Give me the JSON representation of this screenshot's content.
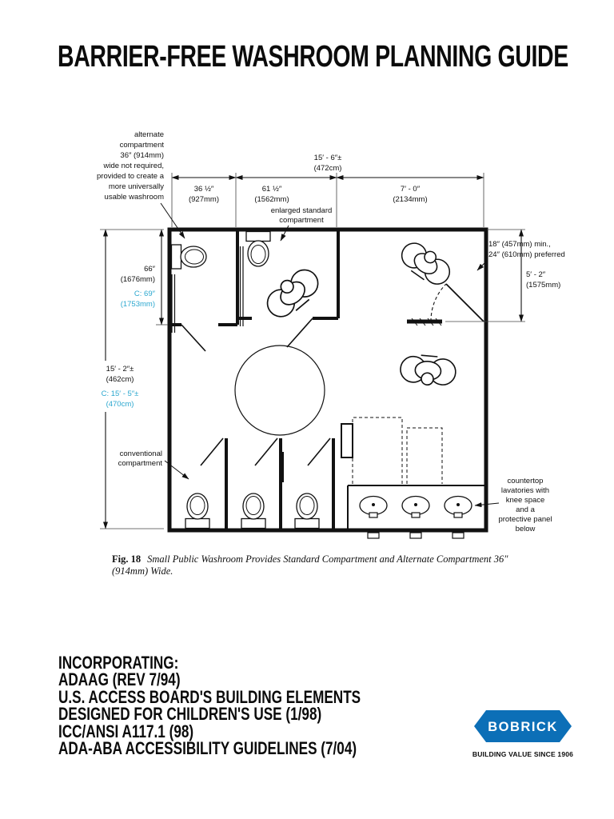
{
  "page": {
    "title": "BARRIER-FREE WASHROOM PLANNING GUIDE"
  },
  "diagram": {
    "dims": {
      "overall_width": "15′ - 6″±",
      "overall_width_metric": "(472cm)",
      "seg1": "36 ½″",
      "seg1_metric": "(927mm)",
      "seg2": "61 ½″",
      "seg2_metric": "(1562mm)",
      "seg3": "7′ - 0″",
      "seg3_metric": "(2134mm)",
      "door_min_1": "18″ (457mm) min.,",
      "door_min_2": "24″ (610mm) preferred",
      "entry_depth": "5′ - 2″",
      "entry_depth_metric": "(1575mm)",
      "comp_depth": "66″",
      "comp_depth_metric": "(1676mm)",
      "comp_depth_child": "C: 69″",
      "comp_depth_child_metric": "(1753mm)",
      "overall_depth": "15′ - 2″±",
      "overall_depth_metric": "(462cm)",
      "overall_depth_child": "C: 15′ - 5″±",
      "overall_depth_child_metric": "(470cm)"
    },
    "labels": {
      "alternate_note": [
        "alternate",
        "compartment",
        "36″ (914mm)",
        "wide not required,",
        "provided to create a",
        "more universally",
        "usable washroom"
      ],
      "enlarged": [
        "enlarged standard",
        "compartment"
      ],
      "conventional": [
        "conventional",
        "compartment"
      ],
      "countertop": [
        "countertop",
        "lavatories with",
        "knee space",
        "and a",
        "protective panel",
        "below"
      ]
    },
    "caption": {
      "fig": "Fig. 18",
      "text": "Small Public Washroom Provides Standard Compartment and Alternate Compartment 36″ (914mm) Wide."
    }
  },
  "footer": {
    "lines": [
      "INCORPORATING:",
      "ADAAG (REV 7/94)",
      "U.S. ACCESS BOARD'S BUILDING ELEMENTS",
      "DESIGNED FOR CHILDREN'S USE (1/98)",
      "ICC/ANSI A117.1 (98)",
      "ADA-ABA ACCESSIBILITY GUIDELINES (7/04)"
    ],
    "logo": {
      "brand": "BOBRICK",
      "tagline": "BUILDING VALUE SINCE 1906"
    }
  },
  "colors": {
    "child_dimension": "#2BA7CF",
    "bobrick_blue": "#0C6FB7"
  }
}
